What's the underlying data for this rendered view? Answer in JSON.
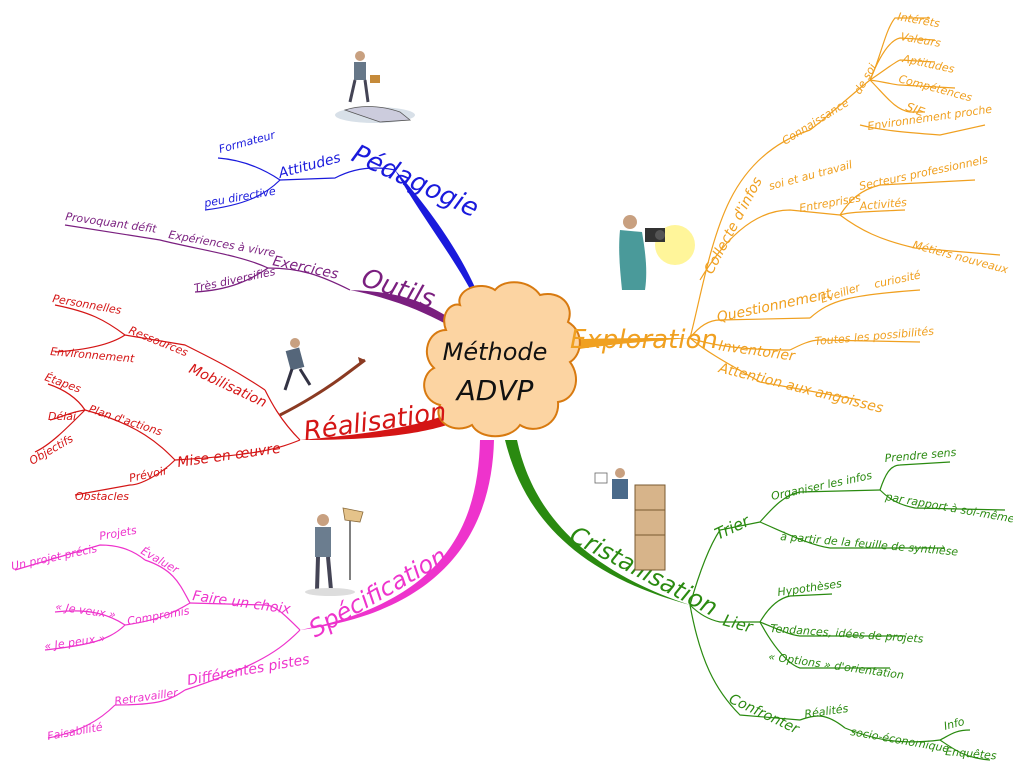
{
  "center": {
    "line1": "Méthode",
    "line2": "ADVP"
  },
  "branches": {
    "pedagogie": {
      "label": "Pédagogie",
      "color": "#1a1adc",
      "attitudes": "Attitudes",
      "formateur": "Formateur",
      "peu_directive": "peu directive"
    },
    "outils": {
      "label": "Outils",
      "color": "#7a1f7f",
      "exercices": "Exercices",
      "experiences": "Expériences à vivre",
      "provoquant": "Provoquant défit",
      "tres_diversifies": "Très diversifiés"
    },
    "realisation": {
      "label": "Réalisation",
      "color": "#d41515",
      "mobilisation": "Mobilisation",
      "ressources": "Ressources",
      "personnelles": "Personnelles",
      "environnement": "Environnement",
      "mise_en_oeuvre": "Mise en œuvre",
      "plan_action": "Plan d'actions",
      "etapes": "Étapes",
      "delai": "Délai",
      "objectifs": "Objectifs",
      "previsions": "Prévoir",
      "obstacles": "Obstacles"
    },
    "specification": {
      "label": "Spécification",
      "color": "#ee33cc",
      "faire_un_choix": "Faire un choix",
      "evaluer": "Évaluer",
      "projets": "Projets",
      "un_projet_precis": "Un projet précis",
      "compromis": "Compromis",
      "je_veux": "« Je veux »",
      "je_peux": "« Je peux »",
      "differentes_pistes": "Différentes pistes",
      "retravailler": "Retravailler",
      "faisabilite": "Faisabilité"
    },
    "exploration": {
      "label": "Exploration",
      "color": "#f0a020",
      "collecte": "Collecte d'infos",
      "soi_travail": "soi et au travail",
      "connaissance": "Connaissance",
      "de_soi": "de soi",
      "interets": "Intérêts",
      "valeurs": "Valeurs",
      "aptitudes": "Aptitudes",
      "competences": "Compétences",
      "sie": "SIE",
      "env_proche": "Environnement proche",
      "entreprises": "Entreprises",
      "secteurs": "Secteurs professionnels",
      "activites": "Activités",
      "metiers": "Métiers nouveaux",
      "questionnement": "Questionnement",
      "eveiller": "Éveiller",
      "curiosite": "curiosité",
      "inventorier": "Inventorier",
      "toutes_possibilites": "Toutes les possibilités",
      "attention": "Attention aux angoisses"
    },
    "cristallisation": {
      "label": "Cristallisation",
      "color": "#2a8a10",
      "trier": "Trier",
      "organiser": "Organiser les infos",
      "prendre_sens": "Prendre sens",
      "par_rapport": "par rapport à soi-même",
      "a_partir": "à partir de la feuille de synthèse",
      "lier": "Lier",
      "hypotheses": "Hypothèses",
      "tendances": "Tendances, idées de projets",
      "options": "« Options » d'orientation",
      "confronter": "Confronter",
      "realites": "Réalités",
      "socio": "socio-économique",
      "info": "Info",
      "enquetes": "Enquêtes"
    }
  },
  "colors": {
    "center_fill": "#fcd4a2",
    "center_stroke": "#d87a10"
  },
  "icons": [
    "handshake-figure-icon",
    "climbing-figure-icon",
    "thinking-figure-icon",
    "photographer-icon",
    "filing-cabinet-icon"
  ]
}
